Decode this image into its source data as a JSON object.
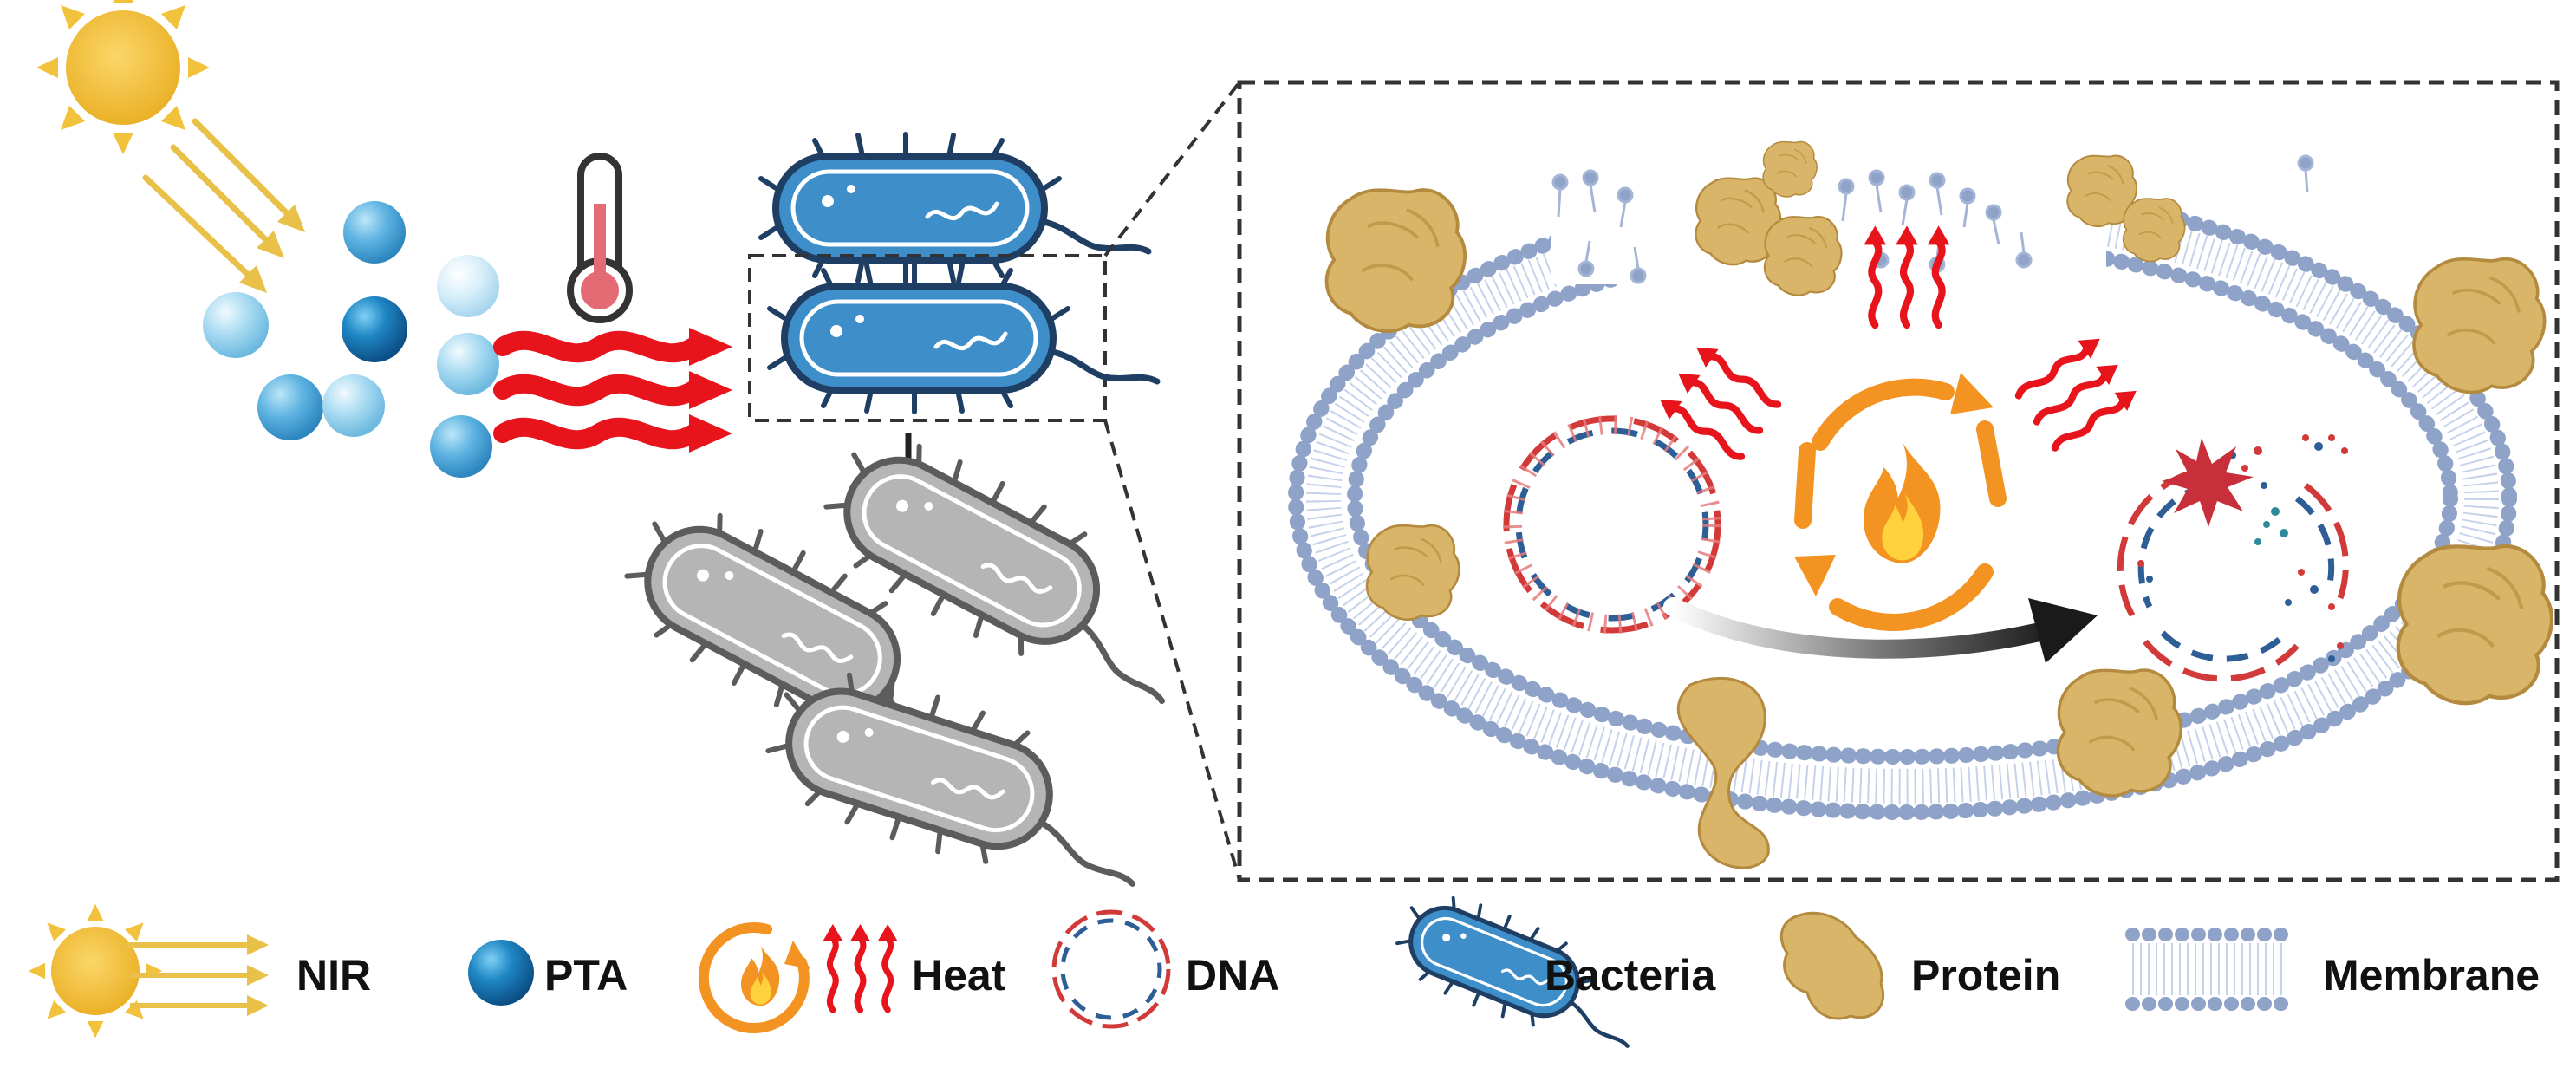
{
  "legend": {
    "nir": "NIR",
    "pta": "PTA",
    "heat": "Heat",
    "dna": "DNA",
    "bacteria": "Bacteria",
    "protein": "Protein",
    "membrane": "Membrane"
  },
  "colors": {
    "sun": "#F2C23C",
    "sun_ray": "#E9C149",
    "pta_dark": "#1F87C4",
    "pta_light": "#8CCBEA",
    "heat_red": "#E8141C",
    "flame_orange": "#F39322",
    "bacteria_live": "#3D8EC9",
    "bacteria_dead": "#B5B5B5",
    "membrane_head": "#8FA3C9",
    "protein": "#D9B56A",
    "dna_red": "#D23A3A",
    "dna_blue": "#2E5E96"
  },
  "icons": {
    "sun": "sun-icon",
    "thermometer": "thermometer-icon",
    "heat_waves": "heat-waves-icon",
    "flame_cycle": "flame-cycle-icon",
    "dna_ring": "dna-ring-icon",
    "bacterium": "bacterium-icon",
    "protein": "protein-blob-icon",
    "membrane": "membrane-icon",
    "damage_burst": "damage-burst-icon"
  }
}
